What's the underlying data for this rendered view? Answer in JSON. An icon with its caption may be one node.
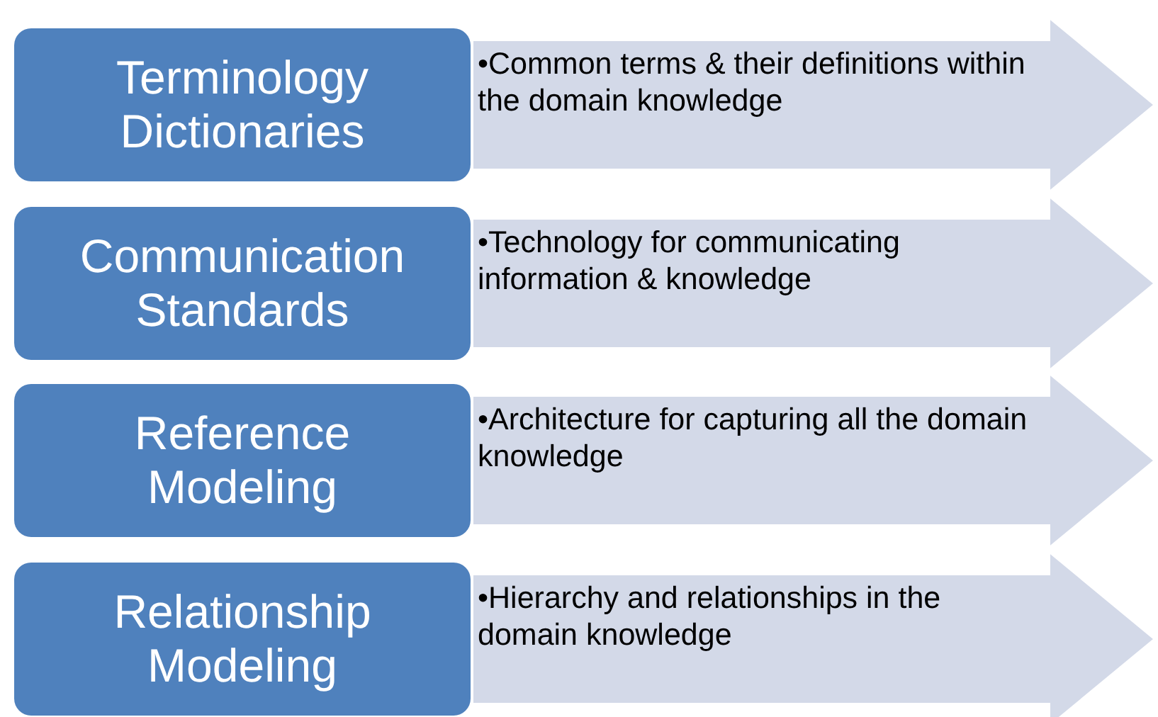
{
  "diagram": {
    "nodes": [
      {
        "text": [
          "Terminology Dictionaries"
        ]
      },
      {
        "text": [
          "•Common terms & their definitions within the domain knowledge"
        ]
      },
      {
        "text": [
          "Communication Standards"
        ]
      },
      {
        "text": [
          "•Technology for communicating information & knowledge"
        ]
      },
      {
        "text": [
          "Reference Modeling"
        ]
      },
      {
        "text": [
          "•Architecture for capturing all the domain knowledge"
        ]
      },
      {
        "text": [
          "Relationship Modeling"
        ]
      },
      {
        "text": [
          "•Hierarchy and relationships in the domain knowledge"
        ]
      }
    ]
  }
}
